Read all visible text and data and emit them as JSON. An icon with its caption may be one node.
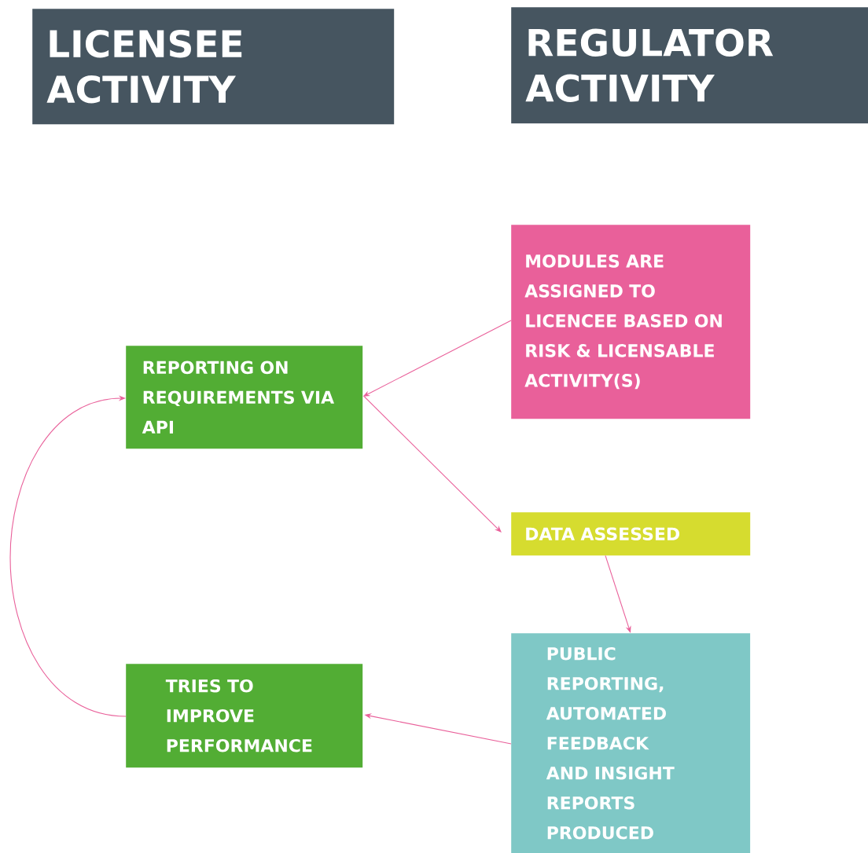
{
  "diagram": {
    "nodes": [
      {
        "text": [
          "LICENSEE ACTIVITY"
        ]
      },
      {
        "text": [
          "REGULATOR ACTIVITY"
        ]
      },
      {
        "text": [
          "MODULES ARE ASSIGNED TO LICENCEE BASED ON RISK & LICENSABLE ACTIVITY(S)"
        ]
      },
      {
        "text": [
          "REPORTING ON REQUIREMENTS VIA API"
        ]
      },
      {
        "text": [
          "DATA ASSESSED"
        ]
      },
      {
        "text": [
          "PUBLIC REPORTING, AUTOMATED FEEDBACK AND INSIGHT REPORTS PRODUCED"
        ]
      },
      {
        "text": [
          "TRIES TO IMPROVE PERFORMANCE"
        ]
      }
    ],
    "edges": [
      {
        "from": 2,
        "to": 3,
        "arrow": "to"
      },
      {
        "from": 3,
        "to": 4,
        "arrow": "to"
      },
      {
        "from": 4,
        "to": 5,
        "arrow": "to"
      },
      {
        "from": 5,
        "to": 6,
        "arrow": "to"
      },
      {
        "from": 6,
        "to": 3,
        "arrow": "to"
      }
    ]
  }
}
